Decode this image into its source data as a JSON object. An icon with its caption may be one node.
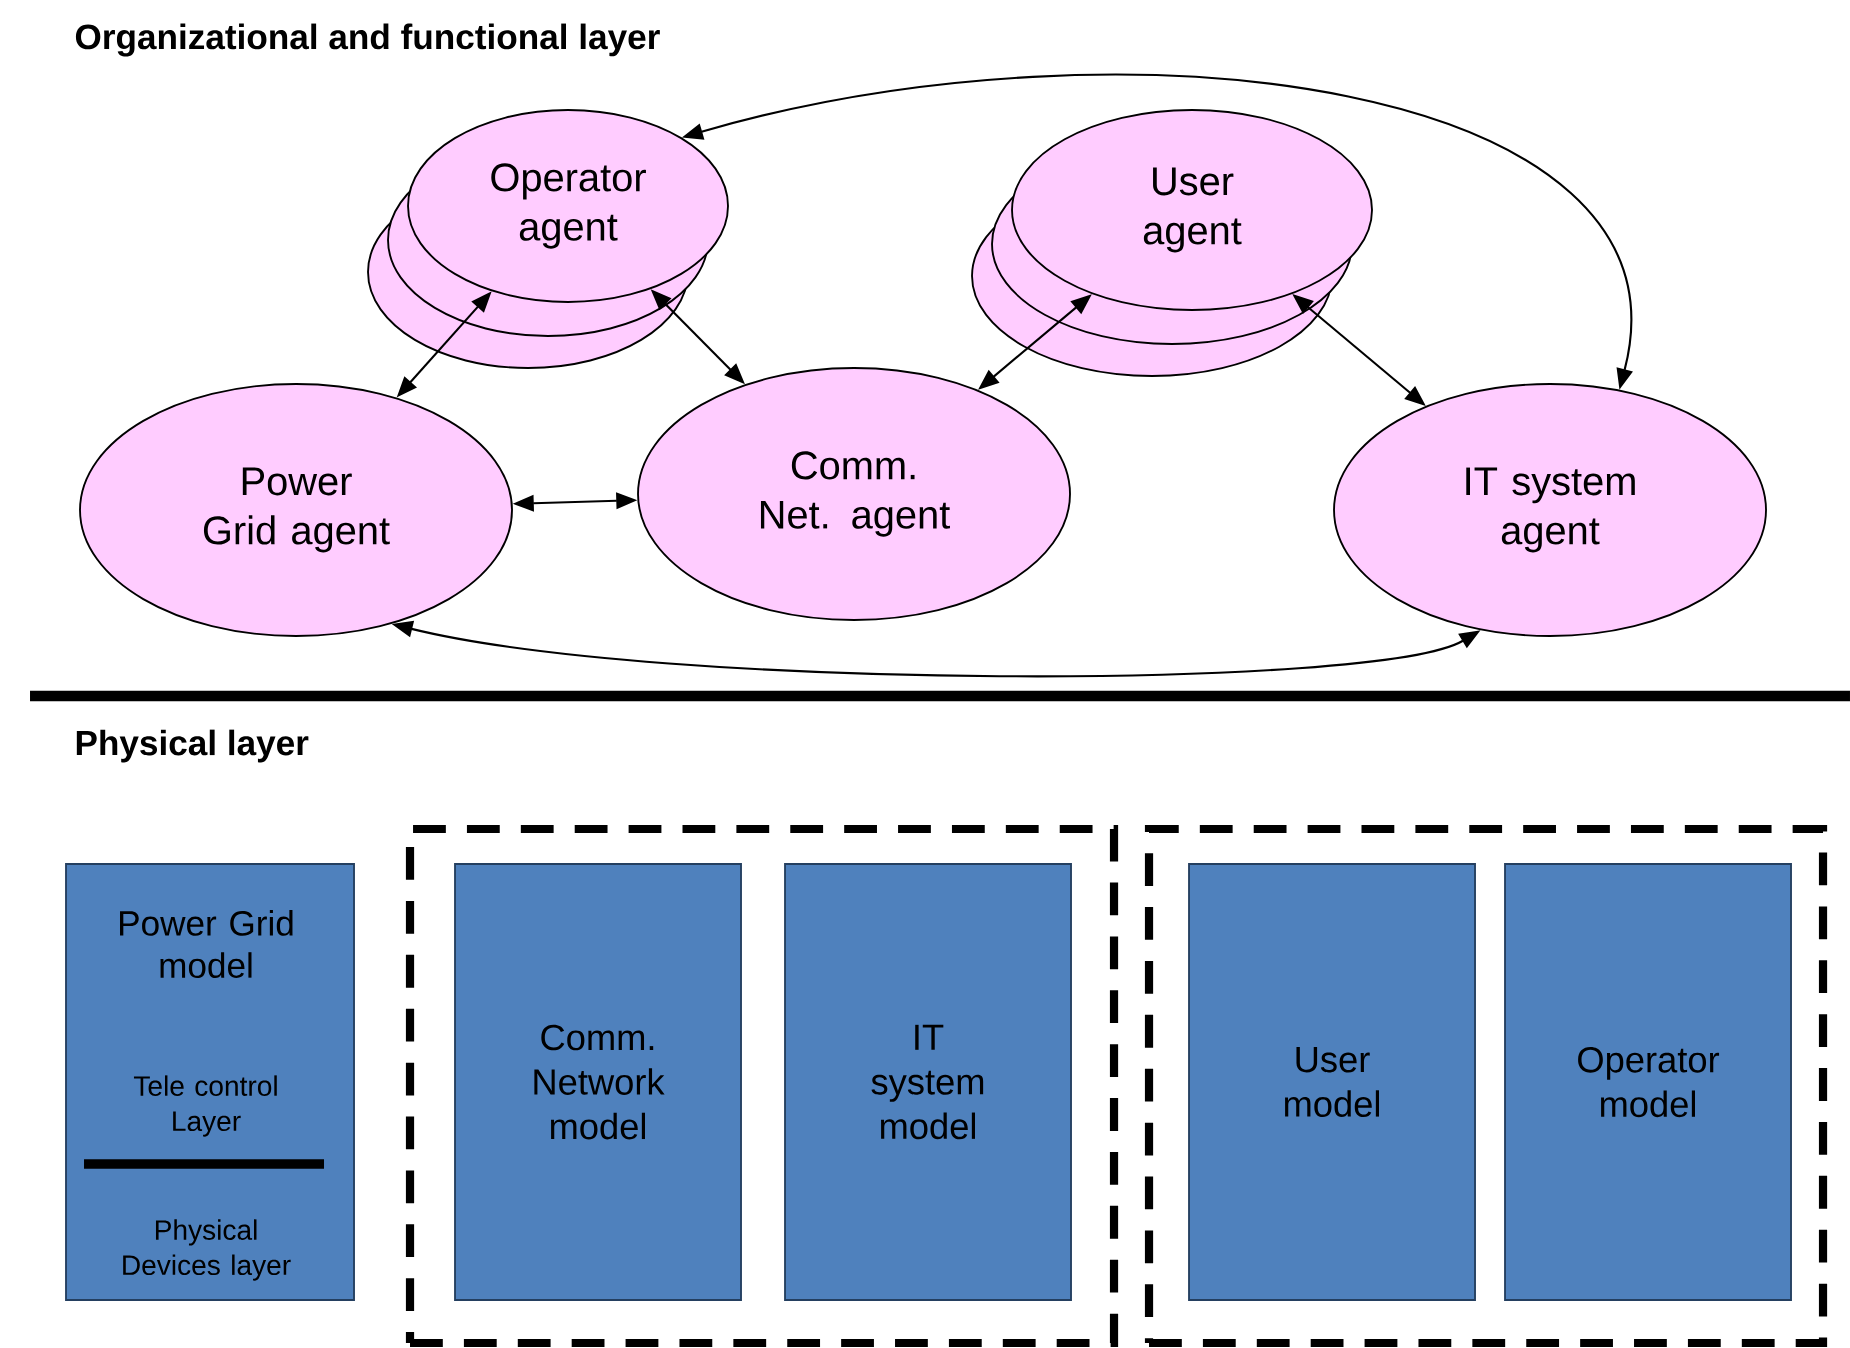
{
  "diagram": {
    "nodes": [
      {
        "text": [
          "Operator agent"
        ]
      },
      {
        "text": [
          "User agent"
        ]
      },
      {
        "text": [
          "Power Grid agent"
        ]
      },
      {
        "text": [
          "Comm. Net. agent"
        ]
      },
      {
        "text": [
          "IT system agent"
        ]
      },
      {
        "text": [
          "Power Grid model",
          "Tele control Layer",
          "Physical Devices layer"
        ]
      },
      {
        "text": [],
        "shape": "box"
      },
      {
        "text": [
          "Comm. Network model"
        ],
        "in": 6
      },
      {
        "text": [
          "IT system model"
        ],
        "in": 6
      },
      {
        "text": [],
        "shape": "box"
      },
      {
        "text": [
          "User model"
        ],
        "in": 9
      },
      {
        "text": [
          "Operator model"
        ],
        "in": 9
      }
    ],
    "edges": [
      {
        "from": 2,
        "to": 0,
        "arrow": "both"
      },
      {
        "from": 0,
        "to": 3,
        "arrow": "both"
      },
      {
        "from": 2,
        "to": 3,
        "arrow": "both"
      },
      {
        "from": 3,
        "to": 1,
        "arrow": "both"
      },
      {
        "from": 1,
        "to": 4,
        "arrow": "both"
      },
      {
        "from": 0,
        "to": 4,
        "arrow": "both"
      },
      {
        "from": 2,
        "to": 4,
        "arrow": "both"
      }
    ],
    "labels": [
      "Organizational and functional layer",
      "Physical layer"
    ]
  }
}
